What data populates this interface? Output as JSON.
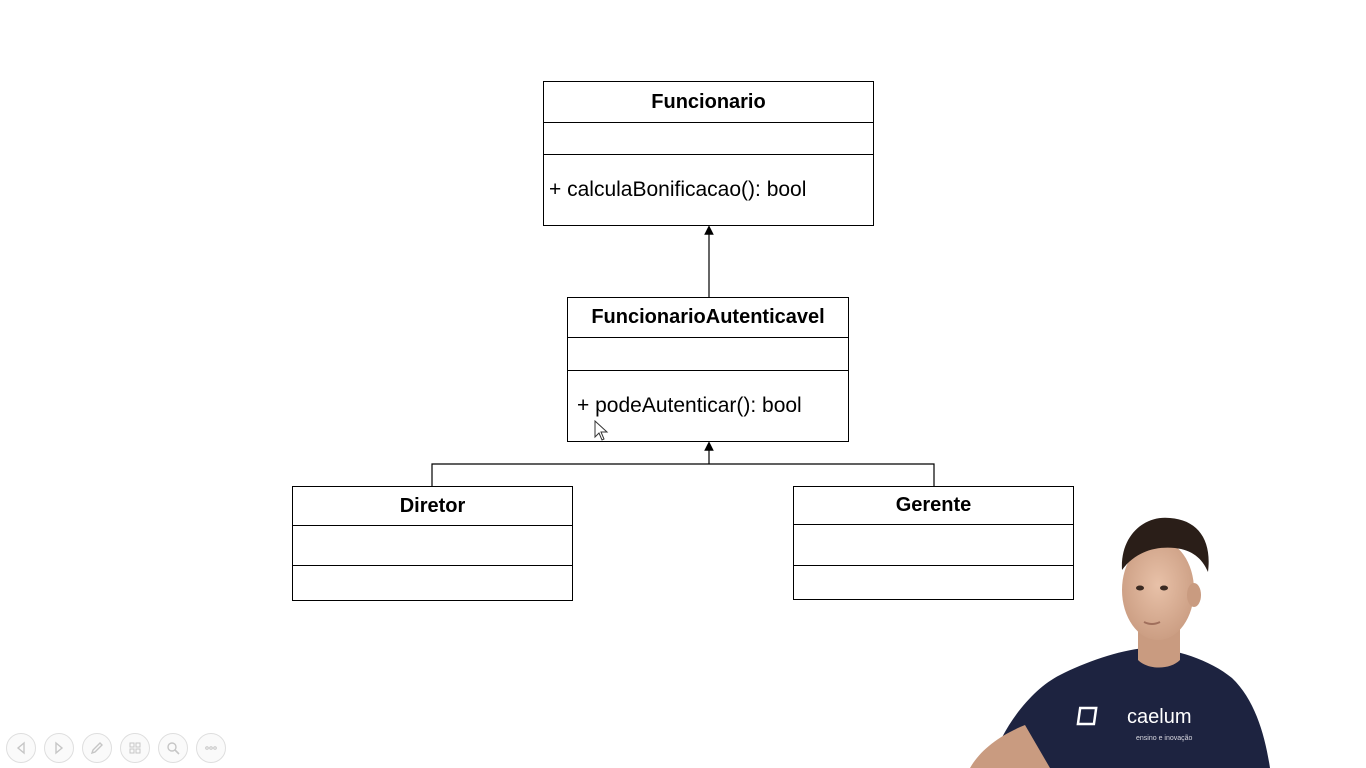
{
  "diagram": {
    "classes": [
      {
        "id": "funcionario",
        "name": "Funcionario",
        "attributes": "",
        "methods": "+ calculaBonificacao():  bool"
      },
      {
        "id": "autenticavel",
        "name": "FuncionarioAutenticavel",
        "attributes": "",
        "methods": "+ podeAutenticar():  bool"
      },
      {
        "id": "diretor",
        "name": "Diretor",
        "attributes": "",
        "methods": ""
      },
      {
        "id": "gerente",
        "name": "Gerente",
        "attributes": "",
        "methods": ""
      }
    ],
    "relations": [
      {
        "from": "FuncionarioAutenticavel",
        "to": "Funcionario",
        "type": "inheritance"
      },
      {
        "from": "Diretor",
        "to": "FuncionarioAutenticavel",
        "type": "inheritance"
      },
      {
        "from": "Gerente",
        "to": "FuncionarioAutenticavel",
        "type": "inheritance"
      }
    ]
  },
  "presenter": {
    "shirt_logo": "caelum",
    "shirt_tagline": "ensino e inovação"
  },
  "toolbar": {
    "icons": [
      "previous-slide-icon",
      "next-slide-icon",
      "pen-icon",
      "slide-grid-icon",
      "zoom-icon",
      "more-options-icon"
    ]
  },
  "colors": {
    "line": "#000000",
    "background": "#ffffff",
    "shirt": "#1d2340"
  }
}
